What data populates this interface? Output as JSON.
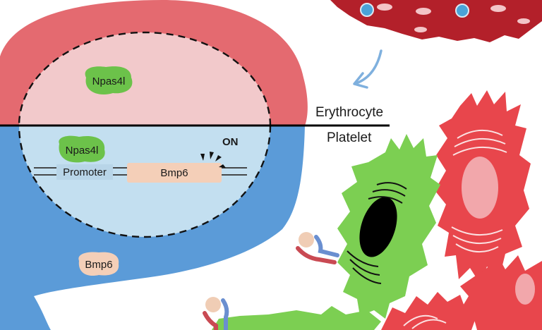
{
  "labels": {
    "npas4l_top": "Npas4l",
    "npas4l_bottom": "Npas4l",
    "promoter": "Promoter",
    "bmp6_gene": "Bmp6",
    "on_label": "ON",
    "bmp6_protein": "Bmp6",
    "erythrocyte": "Erythrocyte",
    "platelet": "Platelet"
  },
  "colors": {
    "erythrocyte_bubble": "#e46a70",
    "erythrocyte_nucleus": "#f2c9cb",
    "platelet_bubble": "#5b9bd8",
    "platelet_nucleus": "#c3dff0",
    "npas4l_blob": "#6cc24a",
    "bmp6_box": "#f4cfb8",
    "red_tissue": "#b3202a",
    "green_cell": "#7ccf52",
    "red_cell": "#e8464c",
    "receptor_red": "#c94a53",
    "receptor_blue": "#6a8fd0",
    "ligand": "#f0cdb5",
    "arrow": "#7fb0de"
  }
}
